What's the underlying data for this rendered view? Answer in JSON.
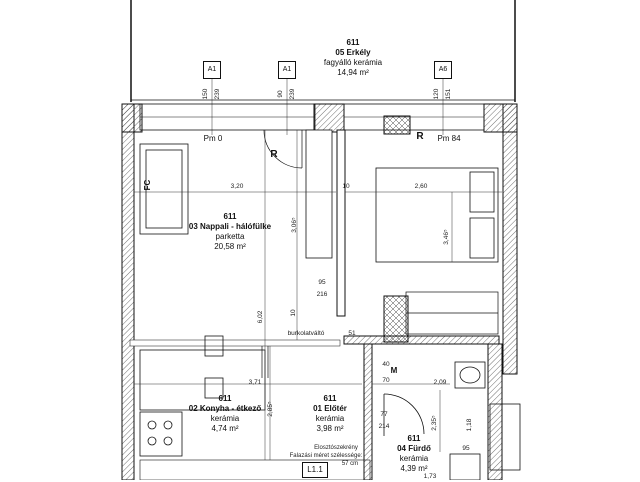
{
  "rooms": {
    "balcony": {
      "number": "611",
      "name": "05 Erkély",
      "material": "fagyálló kerámia",
      "area": "14,94 m²"
    },
    "living": {
      "number": "611",
      "name": "03 Nappali - hálófülke",
      "material": "parketta",
      "area": "20,58 m²"
    },
    "kitchen": {
      "number": "611",
      "name": "02 Konyha - étkező",
      "material": "kerámia",
      "area": "4,74 m²"
    },
    "hall": {
      "number": "611",
      "name": "01 Előtér",
      "material": "kerámia",
      "area": "3,98 m²"
    },
    "bath": {
      "number": "611",
      "name": "04 Fürdő",
      "material": "kerámia",
      "area": "4,39 m²"
    }
  },
  "axes": {
    "a1_left": "A1",
    "a1_right": "A1",
    "a6": "A6"
  },
  "openings": {
    "o1_w": "150",
    "o1_h": "239",
    "o2_w": "90",
    "o2_h": "239",
    "o3_w": "120",
    "o3_h": "151"
  },
  "parapet": {
    "left": "Pm 0",
    "right": "Pm 84"
  },
  "radiator": {
    "left": "R",
    "right": "R"
  },
  "fc": "FC",
  "dims": {
    "d_320": "3,20",
    "d_10a": "10",
    "d_260": "2,60",
    "d_306": "3,06⁵",
    "d_346": "3,46⁵",
    "d_95": "95",
    "d_216": "216",
    "d_602": "6,02",
    "d_10b": "10",
    "d_51": "51",
    "d_371": "3,71",
    "d_40": "40",
    "d_70": "70",
    "d_209": "2,09",
    "d_77": "77",
    "d_214": "214",
    "d_285": "2,85⁵",
    "d_235": "2,35⁵",
    "d_95b": "95",
    "d_173": "1,73",
    "d_118": "1,18"
  },
  "threshold": "burkolatváltó",
  "meter": "M",
  "panel": {
    "line1": "Elosztószekrény",
    "line2": "Falazási méret szélessége:",
    "line3": "57 cm"
  },
  "tag": "L1.1"
}
